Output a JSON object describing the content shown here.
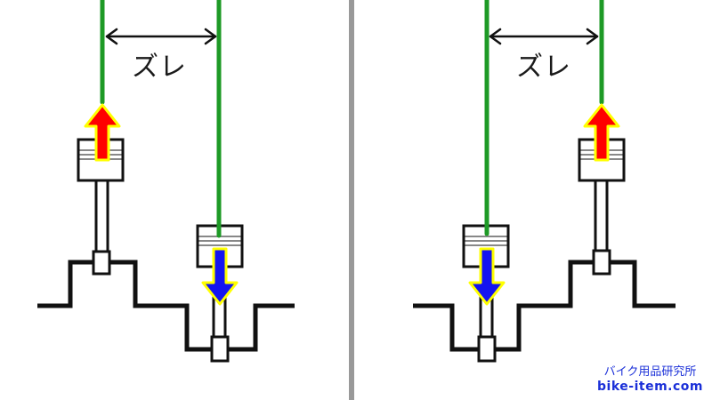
{
  "colors": {
    "background": "#ffffff",
    "line": "#111111",
    "timing_line": "#1e9a26",
    "up_arrow": "#ff0000",
    "down_arrow": "#1414f0",
    "arrow_outline": "#ffff00",
    "divider": "#999999",
    "watermark": "#1a2fd8"
  },
  "left_panel": {
    "offset_label": "ズレ",
    "pistons": [
      {
        "id": "piston-1",
        "direction": "up",
        "position": "near-top"
      },
      {
        "id": "piston-2",
        "direction": "down",
        "position": "near-bottom"
      }
    ]
  },
  "right_panel": {
    "offset_label": "ズレ",
    "pistons": [
      {
        "id": "piston-1",
        "direction": "down",
        "position": "near-bottom"
      },
      {
        "id": "piston-2",
        "direction": "up",
        "position": "near-top"
      }
    ]
  },
  "watermark": {
    "site_name": "バイク用品研究所",
    "url": "bike-item.com"
  }
}
